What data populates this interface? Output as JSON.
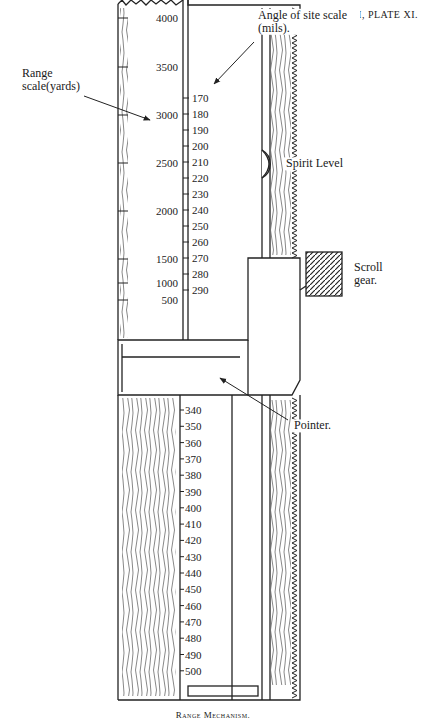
{
  "diagram": {
    "caption": "Range Mechanism.",
    "labels": [
      "CHAPTER XVI, PLATE XI.",
      "4000",
      "3500",
      "3000",
      "2500",
      "2000",
      "1500",
      "1000",
      "500",
      "170",
      "180",
      "190",
      "200",
      "210",
      "220",
      "230",
      "240",
      "250",
      "260",
      "270",
      "280",
      "290",
      "340",
      "350",
      "360",
      "370",
      "380",
      "390",
      "400",
      "410",
      "420",
      "430",
      "440",
      "450",
      "460",
      "470",
      "480",
      "490",
      "500",
      "Range scale(yards)",
      "Angle of site scale (mils).",
      "Spirit Level",
      "Scroll gear.",
      "Pointer."
    ]
  }
}
